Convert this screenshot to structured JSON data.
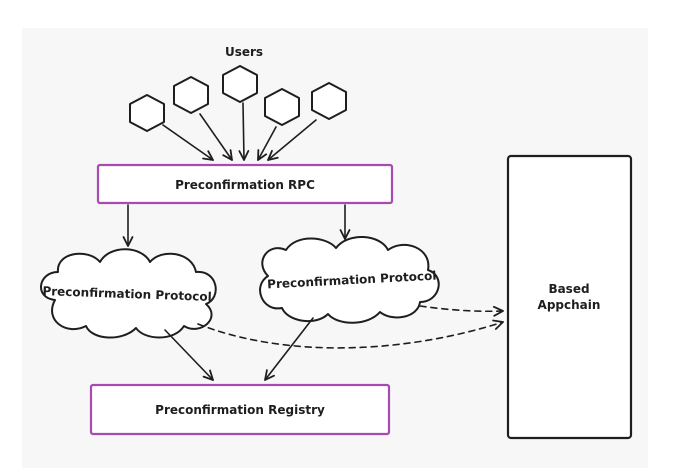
{
  "users": {
    "label": "Users",
    "count": 5
  },
  "rpc": {
    "label": "Preconfirmation RPC"
  },
  "protocols": [
    {
      "label": "Preconfirmation Protocol"
    },
    {
      "label": "Preconfirmation Protocol"
    }
  ],
  "registry": {
    "label": "Preconfirmation Registry"
  },
  "appchain": {
    "line1": "Based",
    "line2": "Appchain"
  },
  "colors": {
    "accent": "#a74bb0",
    "stroke": "#1e1e1e",
    "background": "#f7f7f7"
  }
}
